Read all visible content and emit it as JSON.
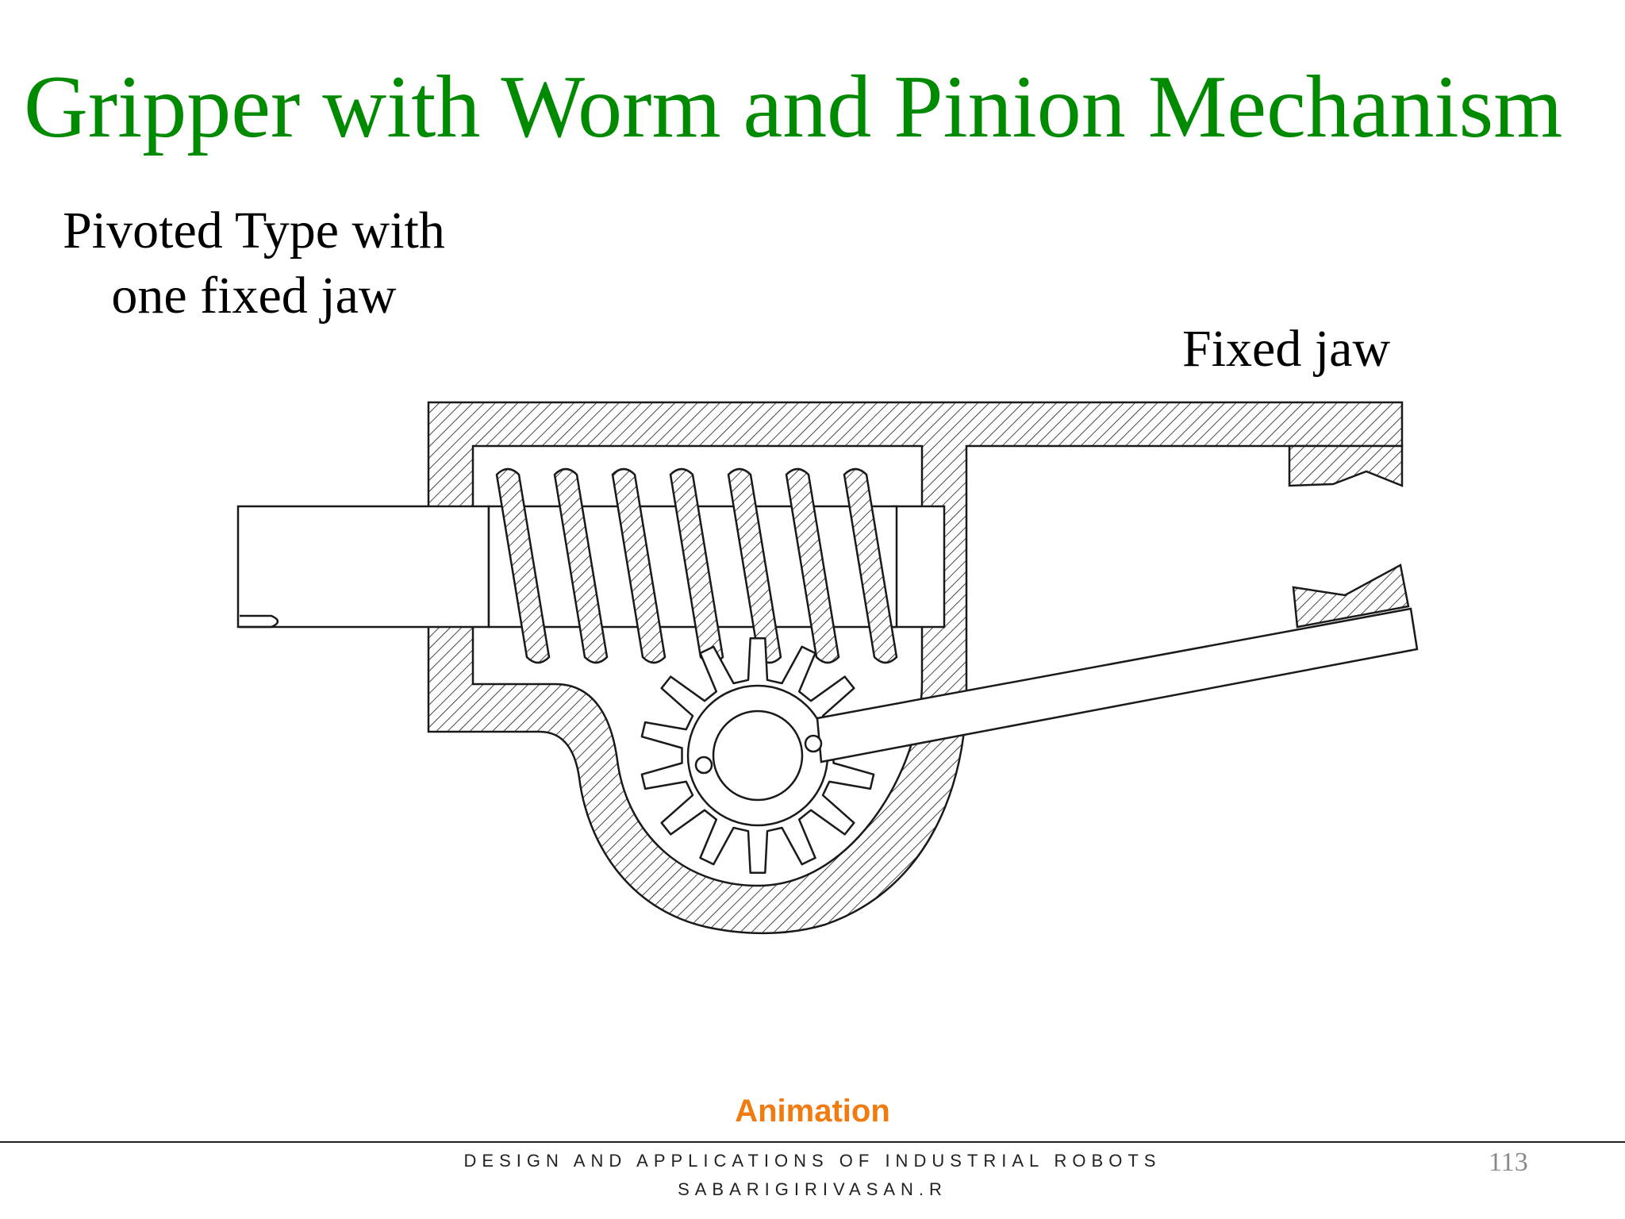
{
  "slide": {
    "title": "Gripper with Worm and Pinion Mechanism",
    "subtitle_line1": "Pivoted Type with",
    "subtitle_line2": "one fixed jaw",
    "fixed_jaw_label": "Fixed jaw",
    "animation_link": "Animation",
    "footer_line1": "DESIGN AND APPLICATIONS OF INDUSTRIAL ROBOTS",
    "footer_line2": "SABARIGIRIVASAN.R",
    "page_number": "113"
  },
  "colors": {
    "title": "#008a00",
    "link": "#f07b10",
    "line": "#1a1a1a",
    "page_number": "#8a8a8a"
  },
  "diagram": {
    "worm_threads": 7,
    "pinion_teeth": 14
  }
}
